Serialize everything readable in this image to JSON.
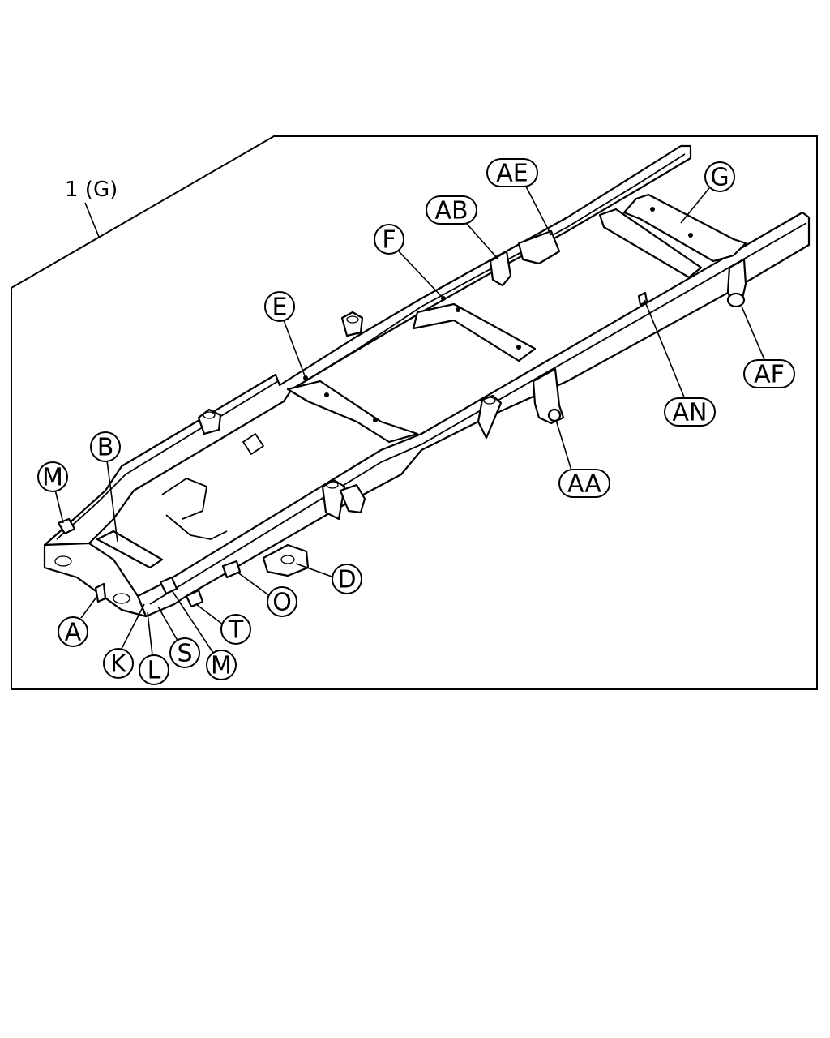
{
  "diagram": {
    "assembly_label": "1 (G)",
    "callouts": [
      {
        "id": "M1",
        "label": "M"
      },
      {
        "id": "B",
        "label": "B"
      },
      {
        "id": "E",
        "label": "E"
      },
      {
        "id": "F",
        "label": "F"
      },
      {
        "id": "AB",
        "label": "AB"
      },
      {
        "id": "AE",
        "label": "AE"
      },
      {
        "id": "G",
        "label": "G"
      },
      {
        "id": "AF",
        "label": "AF"
      },
      {
        "id": "AN",
        "label": "AN"
      },
      {
        "id": "AA",
        "label": "AA"
      },
      {
        "id": "D",
        "label": "D"
      },
      {
        "id": "O",
        "label": "O"
      },
      {
        "id": "T",
        "label": "T"
      },
      {
        "id": "M2",
        "label": "M"
      },
      {
        "id": "S",
        "label": "S"
      },
      {
        "id": "L",
        "label": "L"
      },
      {
        "id": "K",
        "label": "K"
      },
      {
        "id": "A",
        "label": "A"
      }
    ]
  }
}
